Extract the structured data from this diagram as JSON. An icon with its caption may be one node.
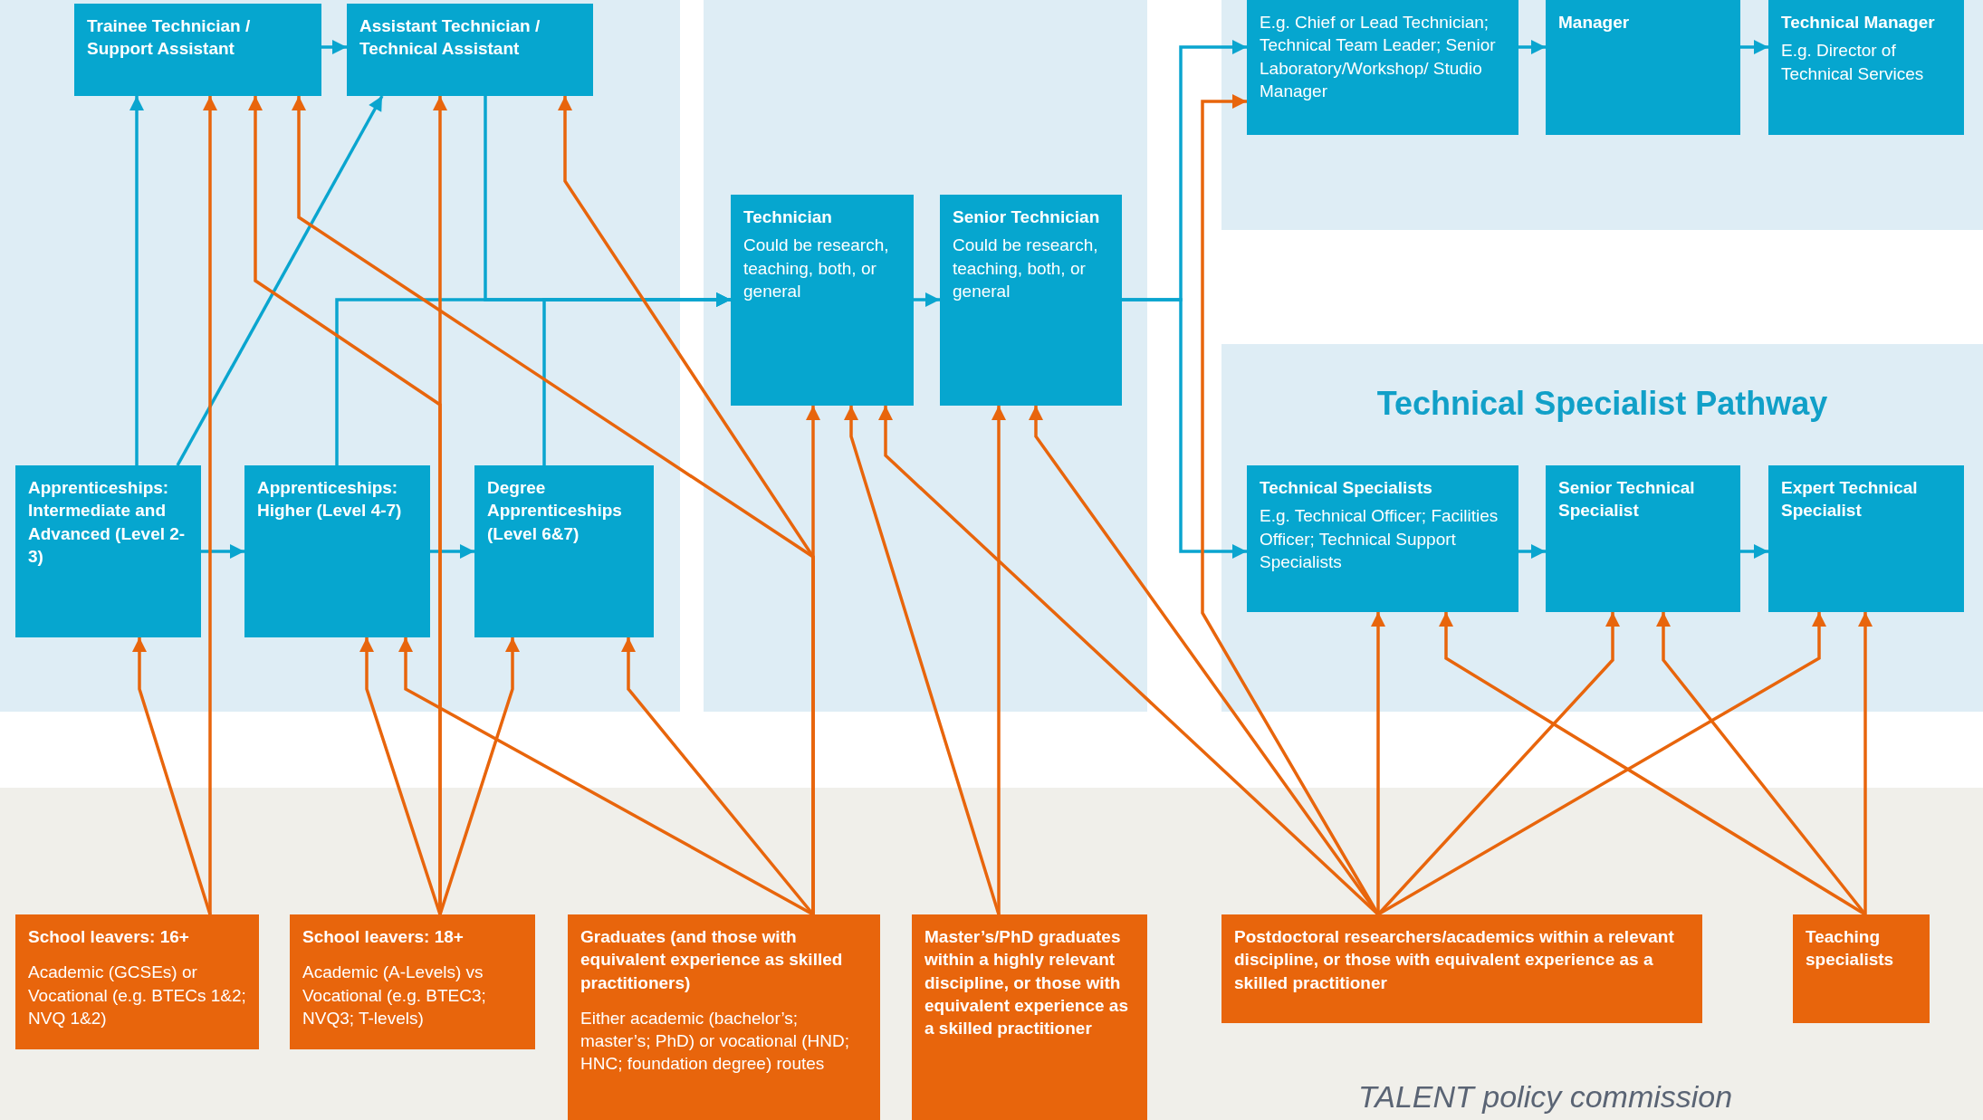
{
  "diagram": {
    "caption": "TALENT policy commission",
    "nodes": [
      {
        "text": [
          "Trainee Technician / Support Assistant"
        ]
      },
      {
        "text": [
          "Assistant Technician / Technical Assistant"
        ]
      },
      {
        "text": [
          "Technician",
          "Could be research, teaching, both, or general"
        ]
      },
      {
        "text": [
          "Senior Technician",
          "Could be research, teaching, both, or general"
        ]
      },
      {
        "text": [
          "E.g. Chief or Lead Technician; Technical Team Leader; Senior Laboratory/Workshop/ Studio Manager"
        ]
      },
      {
        "text": [
          "Manager"
        ]
      },
      {
        "text": [
          "Technical Manager",
          "E.g. Director of Technical Services"
        ]
      },
      {
        "text": [
          "Technical Specialist Pathway"
        ]
      },
      {
        "text": [
          "Technical Specialists",
          "E.g. Technical Officer; Facilities Officer; Technical Support Specialists"
        ],
        "in": 7
      },
      {
        "text": [
          "Senior Technical Specialist"
        ],
        "in": 7
      },
      {
        "text": [
          "Expert Technical Specialist"
        ],
        "in": 7
      },
      {
        "text": [
          "Apprenticeships: Intermediate and Advanced (Level 2-3)"
        ]
      },
      {
        "text": [
          "Apprenticeships: Higher (Level 4-7)"
        ]
      },
      {
        "text": [
          "Degree Apprenticeships (Level 6&7)"
        ]
      },
      {
        "text": [
          "School leavers: 16+",
          "Academic (GCSEs) or Vocational (e.g. BTECs 1&2; NVQ 1&2)"
        ]
      },
      {
        "text": [
          "School leavers: 18+",
          "Academic (A-Levels) vs Vocational (e.g. BTEC3; NVQ3; T-levels)"
        ]
      },
      {
        "text": [
          "Graduates (and those with equivalent experience as skilled practitioners)",
          "Either academic (bachelor’s; master’s; PhD) or vocational (HND; HNC; foundation degree) routes"
        ]
      },
      {
        "text": [
          "Master’s/PhD graduates within a highly relevant discipline, or those with equivalent experience as a skilled practitioner"
        ]
      },
      {
        "text": [
          "Postdoctoral researchers/academics within a relevant discipline, or those with equivalent experience as a skilled practitioner"
        ]
      },
      {
        "text": [
          "Teaching specialists"
        ]
      }
    ],
    "edges": [
      {
        "from": 0,
        "to": 1,
        "arrow": "to",
        "color": "#0aa5cf"
      },
      {
        "from": 11,
        "to": 0,
        "arrow": "to",
        "color": "#0aa5cf"
      },
      {
        "from": 11,
        "to": 1,
        "arrow": "to",
        "color": "#0aa5cf"
      },
      {
        "from": 11,
        "to": 12,
        "arrow": "to",
        "color": "#0aa5cf"
      },
      {
        "from": 12,
        "to": 13,
        "arrow": "to",
        "color": "#0aa5cf"
      },
      {
        "from": 12,
        "to": 2,
        "arrow": "to",
        "color": "#0aa5cf"
      },
      {
        "from": 1,
        "to": 2,
        "arrow": "to",
        "color": "#0aa5cf"
      },
      {
        "from": 13,
        "to": 2,
        "arrow": "to",
        "color": "#0aa5cf"
      },
      {
        "from": 2,
        "to": 3,
        "arrow": "to",
        "color": "#0aa5cf"
      },
      {
        "from": 3,
        "to": 4,
        "arrow": "to",
        "color": "#0aa5cf"
      },
      {
        "from": 3,
        "to": 8,
        "arrow": "to",
        "color": "#0aa5cf"
      },
      {
        "from": 4,
        "to": 5,
        "arrow": "to",
        "color": "#0aa5cf"
      },
      {
        "from": 5,
        "to": 6,
        "arrow": "to",
        "color": "#0aa5cf"
      },
      {
        "from": 8,
        "to": 9,
        "arrow": "to",
        "color": "#0aa5cf"
      },
      {
        "from": 9,
        "to": 10,
        "arrow": "to",
        "color": "#0aa5cf"
      },
      {
        "from": 14,
        "to": 11,
        "arrow": "to"
      },
      {
        "from": 14,
        "to": 0,
        "arrow": "to"
      },
      {
        "from": 15,
        "to": 1,
        "arrow": "to"
      },
      {
        "from": 15,
        "to": 12,
        "arrow": "to"
      },
      {
        "from": 15,
        "to": 13,
        "arrow": "to"
      },
      {
        "from": 15,
        "to": 0,
        "arrow": "to"
      },
      {
        "from": 16,
        "to": 0,
        "arrow": "to"
      },
      {
        "from": 16,
        "to": 1,
        "arrow": "to"
      },
      {
        "from": 16,
        "to": 12,
        "arrow": "to"
      },
      {
        "from": 16,
        "to": 13,
        "arrow": "to"
      },
      {
        "from": 16,
        "to": 2,
        "arrow": "to"
      },
      {
        "from": 17,
        "to": 2,
        "arrow": "to"
      },
      {
        "from": 17,
        "to": 3,
        "arrow": "to"
      },
      {
        "from": 18,
        "to": 2,
        "arrow": "to"
      },
      {
        "from": 18,
        "to": 3,
        "arrow": "to"
      },
      {
        "from": 18,
        "to": 4,
        "arrow": "to"
      },
      {
        "from": 18,
        "to": 8,
        "arrow": "to"
      },
      {
        "from": 18,
        "to": 9,
        "arrow": "to"
      },
      {
        "from": 18,
        "to": 10,
        "arrow": "to"
      },
      {
        "from": 19,
        "to": 8,
        "arrow": "to"
      },
      {
        "from": 19,
        "to": 9,
        "arrow": "to"
      },
      {
        "from": 19,
        "to": 10,
        "arrow": "to"
      }
    ]
  }
}
